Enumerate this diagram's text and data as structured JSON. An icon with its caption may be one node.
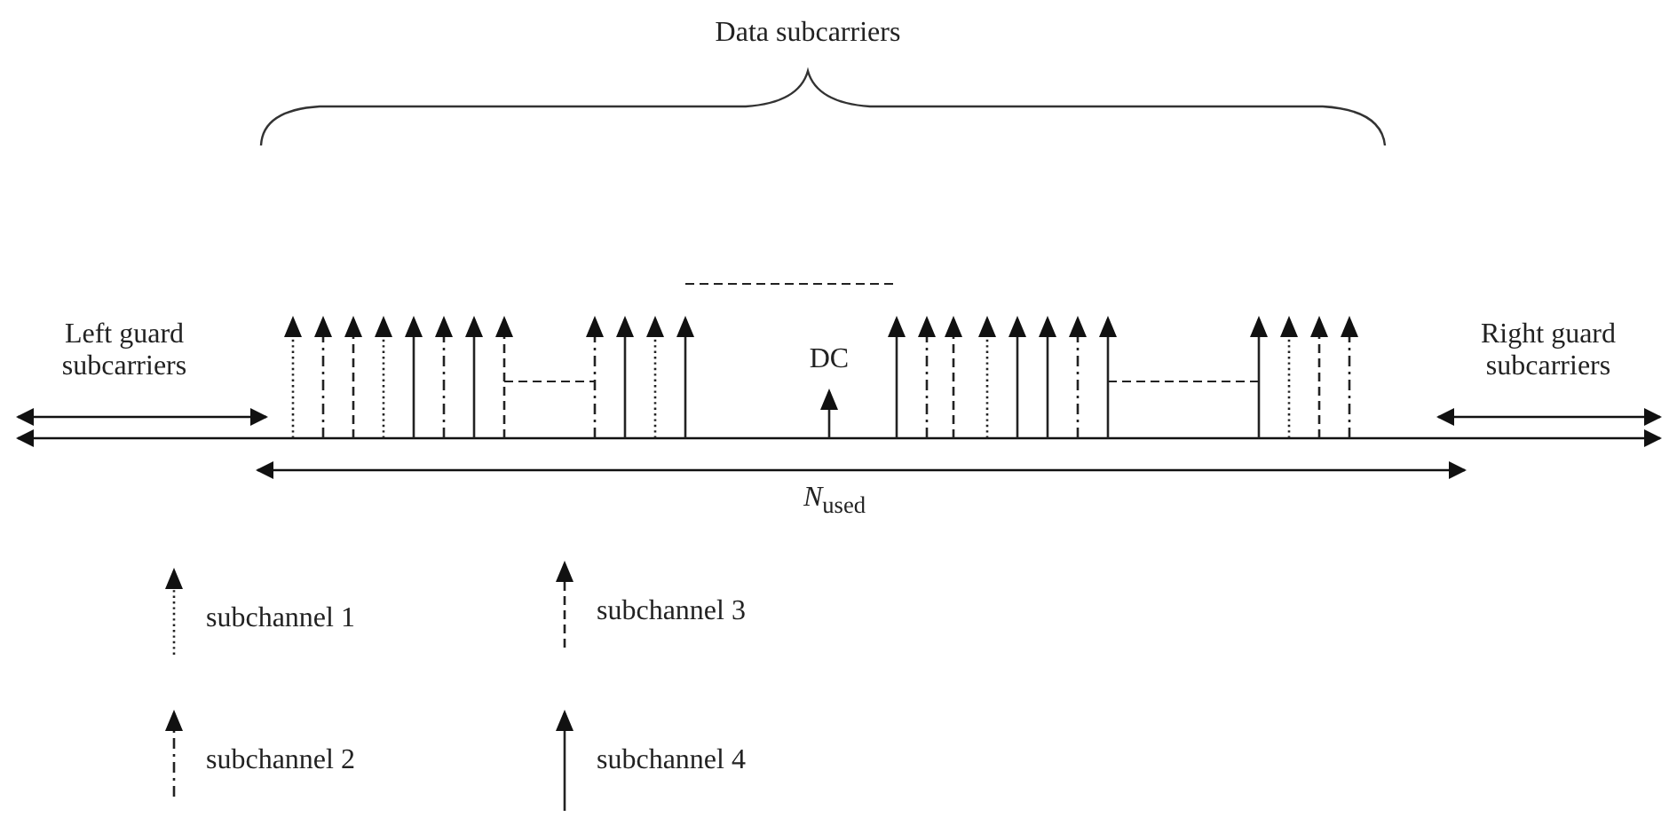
{
  "diagram": {
    "labels": [
      "Data subcarriers",
      "Left guard subcarriers",
      "Right guard subcarriers",
      "DC",
      "*N*$_{used}$"
    ],
    "legend": [
      {
        "text": "subchannel 1"
      },
      {
        "text": "subchannel 2"
      },
      {
        "text": "subchannel 3"
      },
      {
        "text": "subchannel 4"
      }
    ]
  }
}
